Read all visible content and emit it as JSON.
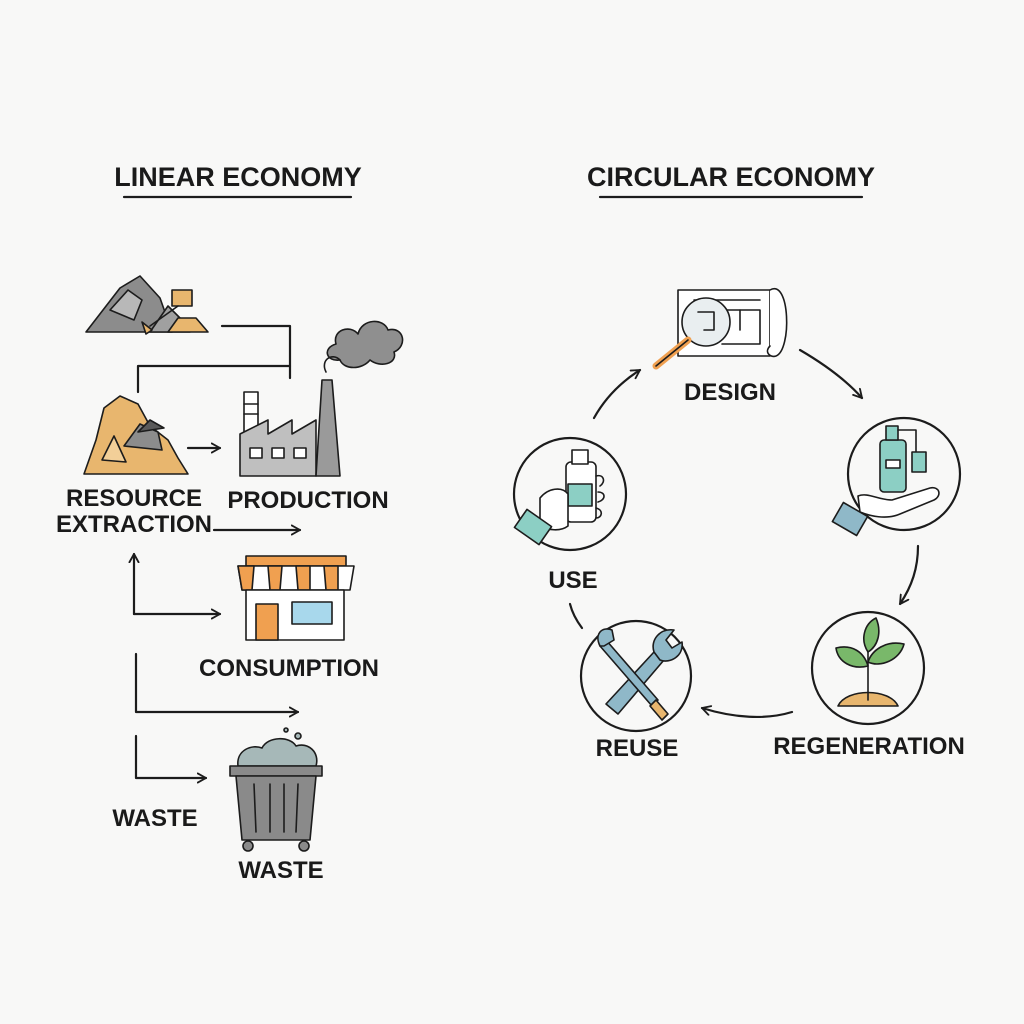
{
  "linear": {
    "title": "LINEAR ECONOMY",
    "resource_line1": "RESOURCE",
    "resource_line2": "EXTRACTION",
    "production": "PRODUCTION",
    "consumption": "CONSUMPTION",
    "waste_left": "WASTE",
    "waste_bin": "WASTE"
  },
  "circular": {
    "title": "CIRCULAR ECONOMY",
    "design": "DESIGN",
    "use": "USE",
    "reuse": "REUSE",
    "regeneration": "REGENERATION"
  },
  "colors": {
    "ink": "#1c1c1c",
    "rock_tan": "#e8b66e",
    "rock_gray": "#8c8c8c",
    "awning_orange": "#f0a050",
    "door_orange": "#f0a050",
    "window_blue": "#a8d8ec",
    "leaf_green": "#79b86a",
    "bottle_teal": "#8ccfc4",
    "tool_blue": "#8fb8c8",
    "bin_gray": "#8a8a8a"
  }
}
